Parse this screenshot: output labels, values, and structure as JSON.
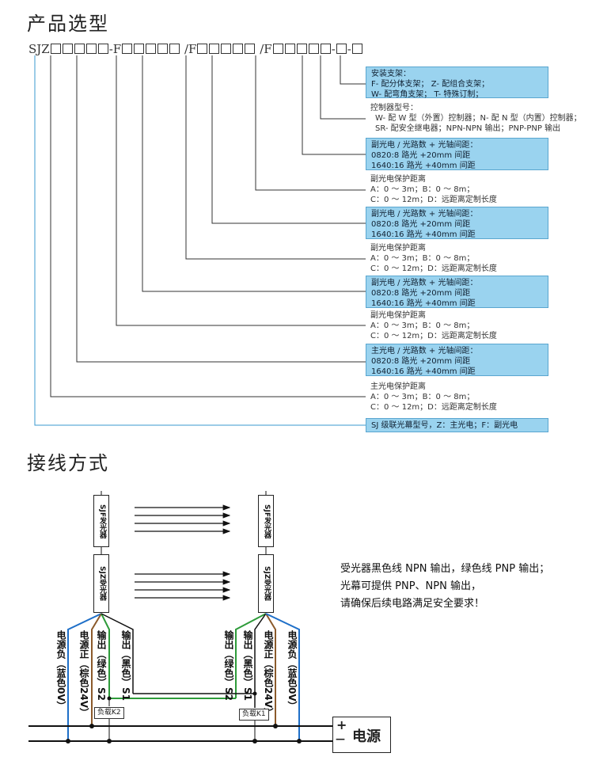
{
  "selection": {
    "title": "产品选型",
    "model_prefix": "SJZ",
    "seg_f1": "-F",
    "seg_f2": "/F",
    "seg_f3": "/F",
    "dash1": "-",
    "dash2": "-"
  },
  "boxes": {
    "mount": [
      "安装支架：",
      "F- 配分体支架；   Z- 配组合支架；",
      "W- 配弯角支架；   T- 特殊订制；"
    ],
    "controller": [
      "控制器型号：",
      "W- 配 W 型（外置）控制器；N- 配 N 型（内置）控制器；",
      "SR- 配安全继电器；NPN-NPN 输出；PNP-PNP 输出"
    ],
    "sub3": [
      "副光电 / 光路数 + 光轴间距：",
      "0820:8 路光 +20mm 间距",
      "1640:16 路光 +40mm 间距"
    ],
    "sub3_dist": [
      "副光电保护距离",
      "A：0 ～ 3m；B：0 ～ 8m；",
      "C：0 ～ 12m；D：远距离定制长度"
    ],
    "sub2": [
      "副光电 / 光路数 + 光轴间距：",
      "0820:8 路光 +20mm 间距",
      "1640:16 路光 +40mm 间距"
    ],
    "sub2_dist": [
      "副光电保护距离",
      "A：0 ～ 3m；B：0 ～ 8m；",
      "C：0 ～ 12m；D：远距离定制长度"
    ],
    "sub1": [
      "副光电 / 光路数 + 光轴间距：",
      "0820:8 路光 +20mm 间距",
      "1640:16 路光 +40mm 间距"
    ],
    "sub1_dist": [
      "副光电保护距离",
      "A：0 ～ 3m；B：0 ～ 8m；",
      "C：0 ～ 12m；D：远距离定制长度"
    ],
    "main": [
      "主光电 / 光路数 + 光轴间距：",
      "0820:8 路光 +20mm 间距",
      "1640:16 路光 +40mm 间距"
    ],
    "main_dist": [
      "主光电保护距离",
      "A：0 ～ 3m；B：0 ～ 8m；",
      "C：0 ～ 12m；D：远距离定制长度"
    ],
    "series": [
      "SJ 级联光幕型号，Z：主光电；F：副光电"
    ]
  },
  "wiring": {
    "title": "接线方式",
    "emitter_label": "SJF发光器",
    "receiver_label": "SJZ受光器",
    "notes": [
      "受光器黑色线 NPN 输出，绿色线 PNP 输出；",
      "光幕可提供 PNP、NPN 输出，",
      "请确保后续电路满足安全要求！"
    ],
    "left_wires": [
      "电源负（蓝色0V）",
      "电源正（棕色24V）",
      "输出（绿色）S2",
      "输出（黑色）S1"
    ],
    "right_wires": [
      "输出（绿色）S2",
      "输出（黑色）S1",
      "电源正（棕色24V）",
      "电源负（蓝色0V）"
    ],
    "load_k2": "负载K2",
    "load_k1": "负载K1",
    "plus": "+",
    "minus": "—",
    "power_label": "电源",
    "colors": {
      "blue": "#1e6fc8",
      "brown": "#8b5a2b",
      "green": "#2e9b3a",
      "black": "#111111",
      "box": "#9ad3ef"
    }
  }
}
